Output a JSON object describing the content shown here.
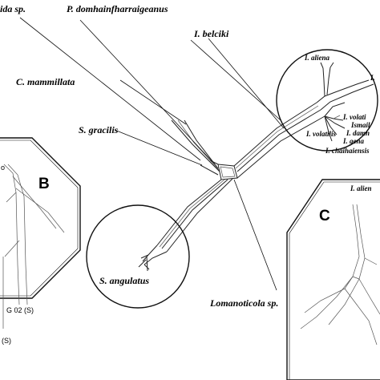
{
  "labels": {
    "p_domhainfharraigeanus": "P. domhainfharraigeanus",
    "ida_sp": "ida sp.",
    "i_belciki": "I. belciki",
    "c_mammillata": "C. mammillata",
    "s_gracilis": "S. gracilis",
    "s_angulatus": "S. angulatus",
    "lomanoticola_sp": "Lomanoticola sp.",
    "i_aliena_top": "I. aliena",
    "i_right_top": "I.",
    "i_volati": "I. volati",
    "ismail": "Ismail",
    "i_damn": "I. damn",
    "i_volatilis": "I. volatilis",
    "i_gena": "I. gena",
    "i_chaihaiensis": "I. chaihaiensis",
    "i_alien_panel": "I. alien"
  },
  "panels": {
    "b": "B",
    "c": "C",
    "b_frag_top": "o",
    "b_frag_mid": "G 02 (S)",
    "b_frag_bot": "(S)"
  }
}
